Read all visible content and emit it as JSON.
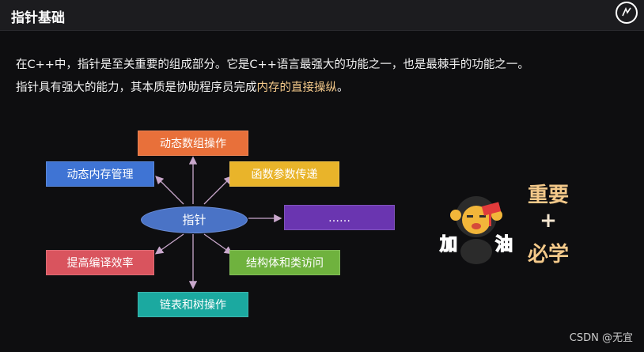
{
  "header": {
    "title": "指针基础"
  },
  "paragraph": {
    "line1": "在C++中，指针是至关重要的组成部分。它是C++语言最强大的功能之一，也是最棘手的功能之一。",
    "line2_prefix": "指针具有强大的能力，其本质是协助程序员完成",
    "line2_highlight": "内存的直接操纵",
    "line2_suffix": "。"
  },
  "diagram": {
    "center": "指针",
    "nodes": {
      "top": "动态数组操作",
      "top_left": "动态内存管理",
      "top_right": "函数参数传递",
      "right": "……",
      "bottom_left": "提高编译效率",
      "bottom_right": "结构体和类访问",
      "bottom": "链表和树操作"
    },
    "colors": {
      "top": "#e8703a",
      "top_left": "#3f74d4",
      "top_right": "#e9b42a",
      "right": "#6a35b0",
      "bottom_left": "#d9545e",
      "bottom_right": "#6fb23e",
      "bottom": "#1ba9a0",
      "arrow": "#c9a8cc"
    }
  },
  "side": {
    "line1": "重要",
    "line2": "+",
    "line3": "必学"
  },
  "mascot": {
    "text_left": "加",
    "text_right": "油"
  },
  "watermark": "CSDN @无宜"
}
